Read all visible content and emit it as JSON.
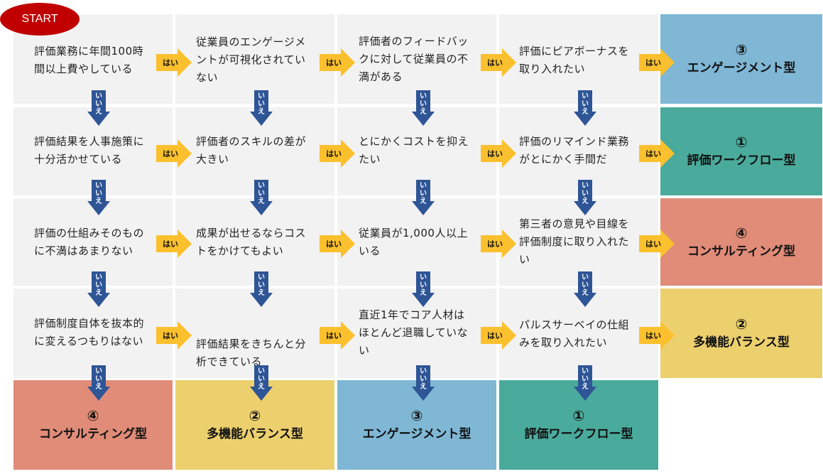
{
  "start_label": "START",
  "yes_label": "はい",
  "no_label": "いいえ",
  "questions": [
    [
      "評価業務に年間100時",
      "間以上費やしている"
    ],
    [
      "従業員のエンゲージメ",
      "ントが可視化されてい",
      "ない"
    ],
    [
      "評価者のフィードバッ",
      "クに対して従業員の不",
      "満がある"
    ],
    [
      "評価にピアボーナスを",
      "取り入れたい"
    ],
    [
      "評価結果を人事施策に",
      "十分活かせている"
    ],
    [
      "評価者のスキルの差が",
      "大きい"
    ],
    [
      "とにかくコストを抑え",
      "たい"
    ],
    [
      "評価のリマインド業務",
      "がとにかく手間だ"
    ],
    [
      "評価の仕組みそのもの",
      "に不満はあまりない"
    ],
    [
      "成果が出せるならコス",
      "トをかけてもよい"
    ],
    [
      "従業員が1,000人以上",
      "いる"
    ],
    [
      "第三者の意見や目線を",
      "評価制度に取り入れた",
      "い"
    ],
    [
      "評価制度自体を抜本的",
      "に変えるつもりはない"
    ],
    [
      "評価結果をきちんと分",
      "析できている"
    ],
    [
      "直近1年でコア人材は",
      "ほとんど退職していな",
      "い"
    ],
    [
      "パルスサーベイの仕組",
      "みを取り入れたい"
    ]
  ],
  "right_results": [
    {
      "num": "③",
      "name": "エンゲージメント型",
      "color": "#7fb7d5"
    },
    {
      "num": "①",
      "name": "評価ワークフロー型",
      "color": "#4aaa9b"
    },
    {
      "num": "④",
      "name": "コンサルティング型",
      "color": "#e08c78"
    },
    {
      "num": "②",
      "name": "多機能バランス型",
      "color": "#edd06e"
    }
  ],
  "bottom_results": [
    {
      "num": "④",
      "name": "コンサルティング型",
      "color": "#e08c78"
    },
    {
      "num": "②",
      "name": "多機能バランス型",
      "color": "#edd06e"
    },
    {
      "num": "③",
      "name": "エンゲージメント型",
      "color": "#7fb7d5"
    },
    {
      "num": "①",
      "name": "評価ワークフロー型",
      "color": "#4aaa9b"
    }
  ],
  "colors": {
    "cell_bg": "#f2f2f2",
    "yes_arrow": "#fbc02d",
    "no_arrow": "#2e5596",
    "start_bg": "#c00000"
  }
}
